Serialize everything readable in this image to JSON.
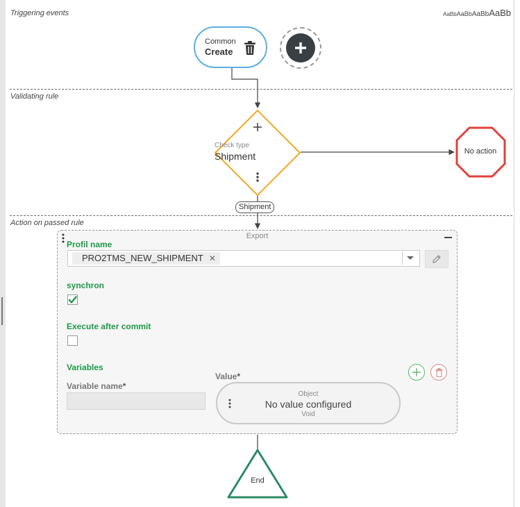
{
  "toolbar": {
    "font_sizes": [
      "AaBb",
      "AaBb",
      "AaBb",
      "AaBb"
    ]
  },
  "sections": {
    "triggering": "Triggering events",
    "validating": "Validating rule",
    "action": "Action on passed rule"
  },
  "event_node": {
    "subtitle": "Common",
    "title": "Create"
  },
  "rule_node": {
    "subtitle": "Check type",
    "title": "Shipment"
  },
  "no_action_node": {
    "label": "No action"
  },
  "edge_label": "Shipment",
  "export": {
    "title": "Export",
    "profil_label": "Profil name",
    "profil_value": "PRO2TMS_NEW_SHIPMENT",
    "synchron_label": "synchron",
    "synchron_checked": true,
    "execute_label": "Execute after commit",
    "execute_checked": false,
    "variables_label": "Variables",
    "variable_name_label": "Variable name",
    "value_label": "Value",
    "value_type": "Object",
    "value_text": "No value configured",
    "value_foot": "Void"
  },
  "end_node": {
    "label": "End"
  },
  "colors": {
    "event_border": "#5aaee0",
    "rule_border": "#f5a623",
    "no_action_border": "#e0413b",
    "end_border": "#2d8a66",
    "label_green": "#1e9a4a"
  }
}
